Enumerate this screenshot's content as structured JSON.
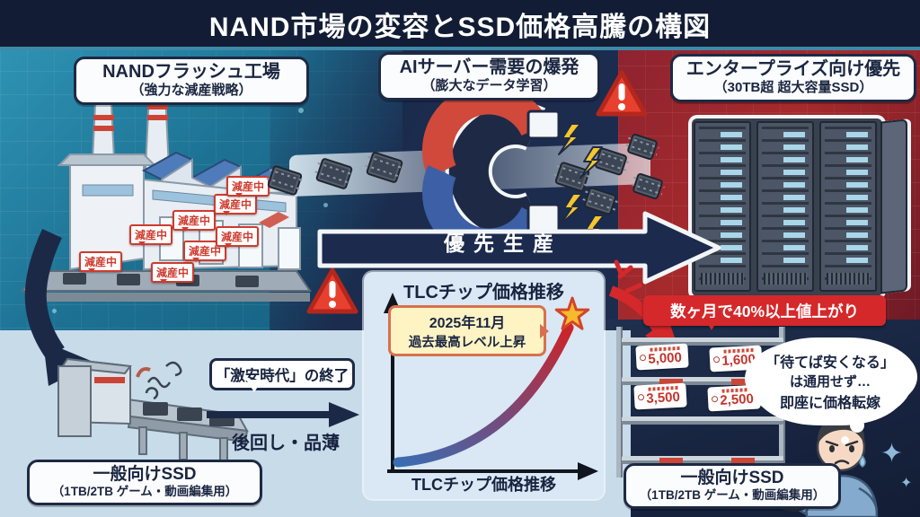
{
  "title": "NAND市場の変容とSSD価格高騰の構図",
  "boxes": {
    "factory": {
      "line1": "NANDフラッシュ工場",
      "line2": "（強力な減産戦略）"
    },
    "ai_demand": {
      "line1": "AIサーバー需要の爆発",
      "line2": "（膨大なデータ学習）"
    },
    "enterprise": {
      "line1": "エンタープライズ向け優先",
      "line2": "（30TB超 超大容量SSD）"
    },
    "consumer_left": {
      "line1": "一般向けSSD",
      "line2": "（1TB/2TB ゲーム・動画編集用）"
    },
    "consumer_right": {
      "line1": "一般向けSSD",
      "line2": "（1TB/2TB ゲーム・動画編集用）"
    }
  },
  "labels": {
    "priority_production": "優先生産",
    "reduction_tag": "減産中",
    "cheap_era_end": "「激安時代」の終了",
    "postponed_shortage": "後回し・品薄",
    "price_rise_banner": "数ヶ月で40%以上値上がり"
  },
  "chart": {
    "type": "line",
    "title": "TLCチップ価格推移",
    "xlabel": "TLCチップ価格推移",
    "callout_line1": "2025年11月",
    "callout_line2": "過去最高レベル上昇",
    "trend": "sharp exponential rise ending at all-time-high star marker"
  },
  "speech_bubble": {
    "line1": "「待てば安くなる」",
    "line2": "は通用せず…",
    "line3": "即座に価格転嫁"
  },
  "price_tags": [
    {
      "price": "5,000"
    },
    {
      "price": "1,600"
    },
    {
      "price": "3,500"
    },
    {
      "price": "2,500"
    }
  ],
  "colors": {
    "header_navy": "#121c35",
    "teal_circuit": "#1d7294",
    "red_circuit": "#a62a2c",
    "light_panel": "#c7dbe9",
    "alert_red": "#d5282b",
    "callout_yellow": "#fdf3c3",
    "star_gold": "#f7b92e",
    "box_border_navy": "#1d2945"
  }
}
